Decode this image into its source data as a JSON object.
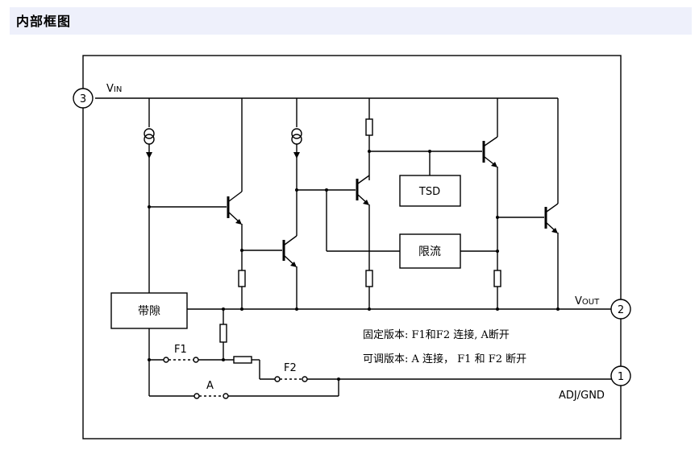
{
  "header": {
    "title": "内部框图"
  },
  "pins": [
    {
      "number": "3",
      "label": "VIN",
      "label_main": "V",
      "label_sub": "IN"
    },
    {
      "number": "2",
      "label": "VOUT",
      "label_main": "V",
      "label_sub": "OUT"
    },
    {
      "number": "1",
      "label": "ADJ/GND"
    }
  ],
  "blocks": {
    "tsd": "TSD",
    "current_limit": "限流",
    "bandgap": "带隙"
  },
  "switches": {
    "f1": "F1",
    "f2": "F2",
    "a": "A"
  },
  "notes": {
    "fixed": "固定版本: F1和F2 连接, A断开",
    "adjustable": "可调版本: A 连接， F1 和 F2 断开"
  }
}
